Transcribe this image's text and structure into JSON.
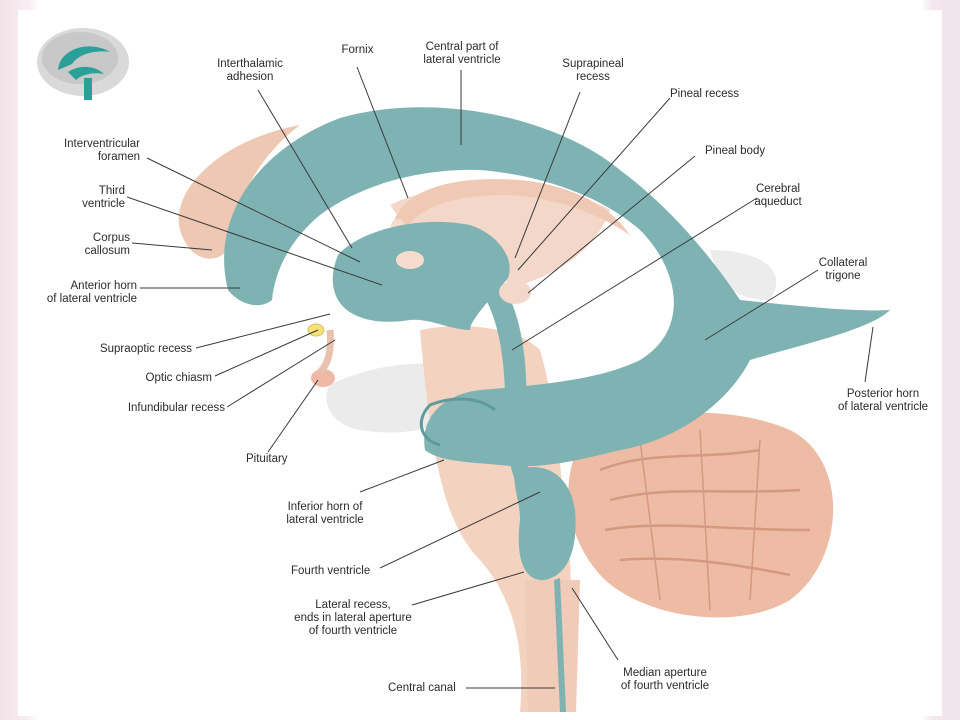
{
  "labels": {
    "fornix": "Fornix",
    "central_part_1": "Central part of",
    "central_part_2": "lateral ventricle",
    "interthalamic_1": "Interthalamic",
    "interthalamic_2": "adhesion",
    "suprapineal_1": "Suprapineal",
    "suprapineal_2": "recess",
    "pineal_recess": "Pineal recess",
    "pineal_body": "Pineal body",
    "cerebral_aqueduct_1": "Cerebral",
    "cerebral_aqueduct_2": "aqueduct",
    "interventricular_1": "Interventricular",
    "interventricular_2": "foramen",
    "third_ventricle_1": "Third",
    "third_ventricle_2": "ventricle",
    "corpus_callosum_1": "Corpus",
    "corpus_callosum_2": "callosum",
    "anterior_horn_1": "Anterior horn",
    "anterior_horn_2": "of lateral ventricle",
    "collateral_trigone_1": "Collateral",
    "collateral_trigone_2": "trigone",
    "supraoptic_recess": "Supraoptic recess",
    "optic_chiasm": "Optic chiasm",
    "infundibular_recess": "Infundibular recess",
    "posterior_horn_1": "Posterior horn",
    "posterior_horn_2": "of lateral ventricle",
    "pituitary": "Pituitary",
    "inferior_horn_1": "Inferior horn of",
    "inferior_horn_2": "lateral ventricle",
    "fourth_ventricle": "Fourth ventricle",
    "lateral_recess_1": "Lateral recess,",
    "lateral_recess_2": "ends in lateral aperture",
    "lateral_recess_3": "of fourth ventricle",
    "median_aperture_1": "Median aperture",
    "median_aperture_2": "of fourth ventricle",
    "central_canal": "Central canal"
  },
  "colors": {
    "ventricle": "#7fb3b3",
    "ventricle_dark": "#5f9a9c",
    "tissue": "#f3d2c0",
    "tissue_dark": "#e7b9a2",
    "cerebellum": "#eebba5",
    "leader_line": "#3a3a3a"
  }
}
